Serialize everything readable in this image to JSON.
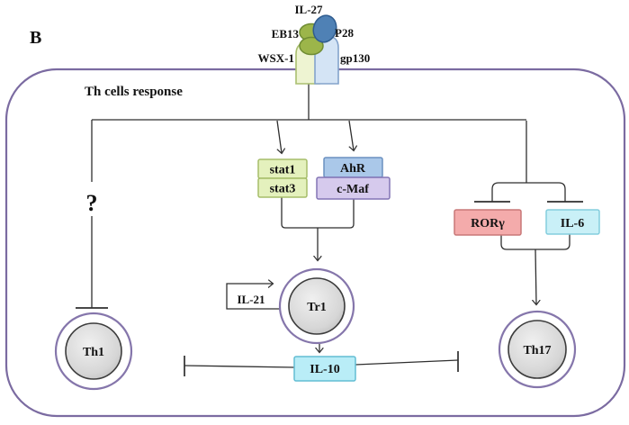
{
  "figure": {
    "panel_label": "B",
    "container_title": "Th cells response"
  },
  "receptor_complex": {
    "ligand": "IL-27",
    "ebi3": "EB13",
    "p28": "P28",
    "wsx1": "WSX-1",
    "gp130": "gp130"
  },
  "nodes": {
    "unknown_mark": "?",
    "stat1": "stat1",
    "stat3": "stat3",
    "ahr": "AhR",
    "cmaf": "c-Maf",
    "rorgamma": "RORγ",
    "il6": "IL-6",
    "il21": "IL-21",
    "il10": "IL-10",
    "tr1": "Tr1",
    "th1": "Th1",
    "th17": "Th17"
  },
  "colors": {
    "membrane_outline": "#7b6ba1",
    "cell_ring": "#8576ab",
    "cell_border": "#3c3c3c",
    "stat_fill": "#e4f1bd",
    "stat_border": "#a6bd6a",
    "ahr_fill": "#aac8e9",
    "ahr_border": "#6b90c0",
    "cmaf_fill": "#d6caed",
    "cmaf_border": "#8475b5",
    "ror_fill": "#f4abab",
    "ror_border": "#c87878",
    "il6_fill": "#c9f0f7",
    "il6_border": "#84cddd",
    "il10_fill": "#b9edf7",
    "il10_border": "#62bdd4",
    "wsx1_fill": "#eef4d2",
    "wsx1_border": "#aabf70",
    "gp130_fill": "#d4e4f5",
    "gp130_border": "#83a3cc",
    "ebi3_fill": "#9cb54a",
    "ebi3_border": "#6f8c33",
    "p28_fill": "#4f81b5",
    "p28_border": "#2f5c8f"
  }
}
